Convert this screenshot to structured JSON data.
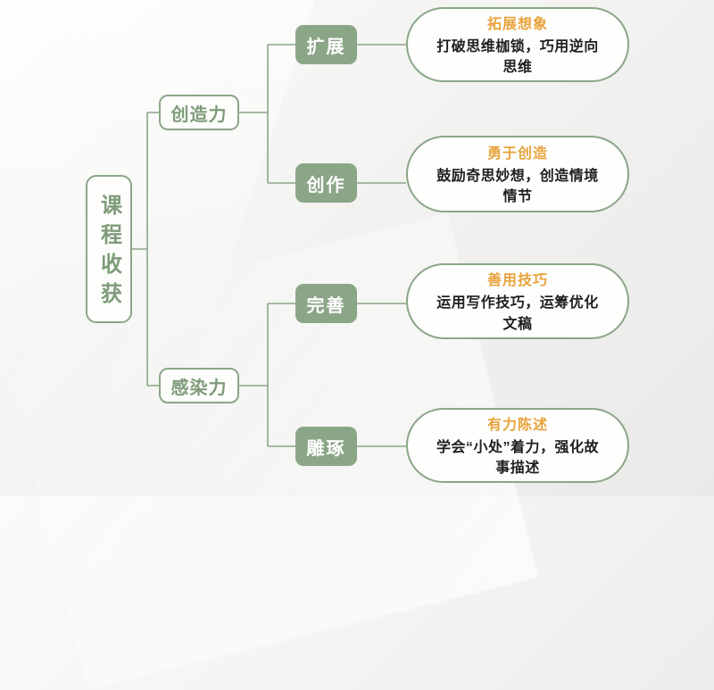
{
  "root": {
    "label": "课程收获"
  },
  "branches": [
    {
      "label": "创造力",
      "children": [
        {
          "node": "扩展",
          "title": "拓展想象",
          "body": "打破思维枷锁，巧用逆向思维"
        },
        {
          "node": "创作",
          "title": "勇于创造",
          "body": "鼓励奇思妙想，创造情境情节"
        }
      ]
    },
    {
      "label": "感染力",
      "children": [
        {
          "node": "完善",
          "title": "善用技巧",
          "body": "运用写作技巧，运筹优化文稿"
        },
        {
          "node": "雕琢",
          "title": "有力陈述",
          "body": "学会“小处”着力，强化故事描述"
        }
      ]
    }
  ],
  "colors": {
    "accent_green": "#8ba687",
    "title_orange": "#e8a33d",
    "body_text": "#1f1f1f",
    "node_text_green": "#7e9c79"
  }
}
